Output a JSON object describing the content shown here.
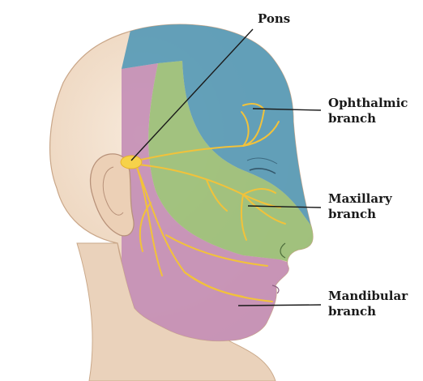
{
  "labels": {
    "pons": "Pons",
    "ophthalmic": [
      "Ophthalmic",
      "branch"
    ],
    "maxillary": [
      "Maxillary",
      "branch"
    ],
    "mandibular": [
      "Mandibular",
      "branch"
    ]
  },
  "colors": {
    "skin": "#f1dcc6",
    "ophthalmic_region": "#5b9cb7",
    "maxillary_region": "#9dc07a",
    "mandibular_region": "#c48fb6",
    "nerve": "#f2c23a",
    "leader_line": "#1a1a1a"
  }
}
